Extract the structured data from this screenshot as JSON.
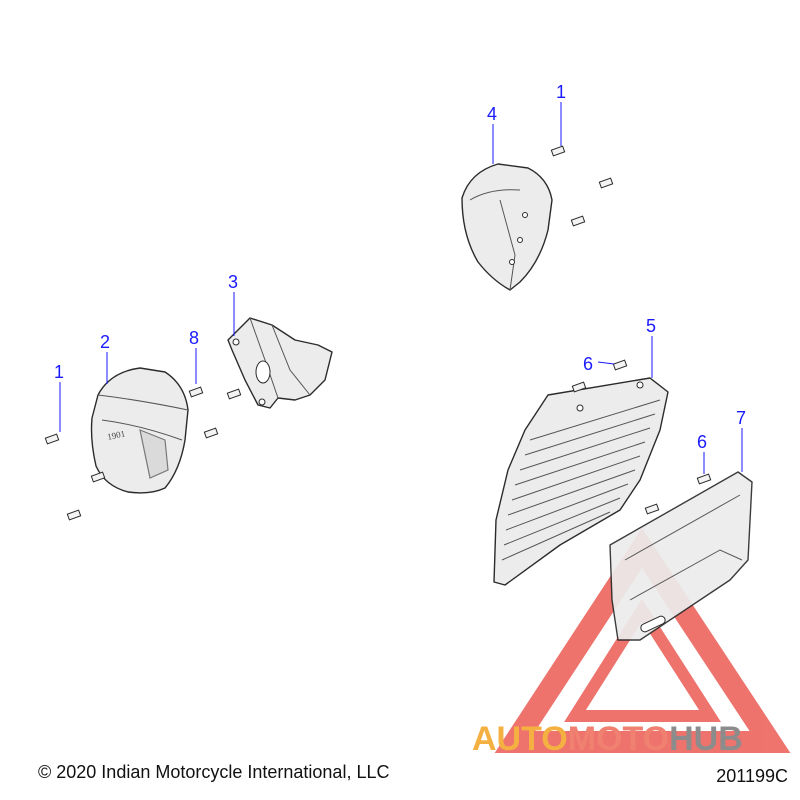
{
  "callouts": [
    {
      "id": "c1a",
      "label": "1"
    },
    {
      "id": "c2",
      "label": "2"
    },
    {
      "id": "c3",
      "label": "3"
    },
    {
      "id": "c8",
      "label": "8"
    },
    {
      "id": "c1b",
      "label": "1"
    },
    {
      "id": "c4",
      "label": "4"
    },
    {
      "id": "c5",
      "label": "5"
    },
    {
      "id": "c6a",
      "label": "6"
    },
    {
      "id": "c6b",
      "label": "6"
    },
    {
      "id": "c7",
      "label": "7"
    }
  ],
  "footer": {
    "copyright": "© 2020 Indian Motorcycle International, LLC",
    "figure_id": "201199C"
  },
  "watermark": {
    "part1": "AUTO",
    "part2": "MOTO",
    "part3": "HUB",
    "colors": {
      "auto": "#f5b042",
      "moto": "#f08070",
      "hub": "#8c8c8c",
      "triangle": "#e8453c"
    }
  },
  "callout_color": "#1a1aff"
}
